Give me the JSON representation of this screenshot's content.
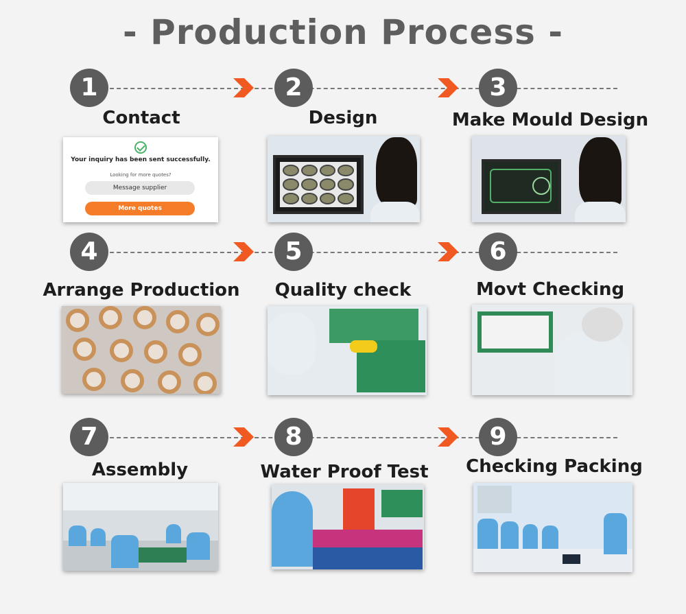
{
  "title": "- Production Process -",
  "colors": {
    "circle": "#5c5c5c",
    "arrow": "#f05a22",
    "dash": "#777777",
    "title": "#5e5e5e"
  },
  "steps": [
    {
      "number": "1",
      "label": "Contact"
    },
    {
      "number": "2",
      "label": "Design"
    },
    {
      "number": "3",
      "label": "Make Mould Design"
    },
    {
      "number": "4",
      "label": "Arrange Production"
    },
    {
      "number": "5",
      "label": "Quality check"
    },
    {
      "number": "6",
      "label": "Movt Checking"
    },
    {
      "number": "7",
      "label": "Assembly"
    },
    {
      "number": "8",
      "label": "Water Proof Test"
    },
    {
      "number": "9",
      "label": "Checking Packing"
    }
  ],
  "contact_card": {
    "message": "Your inquiry has been sent successfully.",
    "subtext": "Looking for more quotes?",
    "button_secondary": "Message supplier",
    "button_primary": "More quotes"
  }
}
